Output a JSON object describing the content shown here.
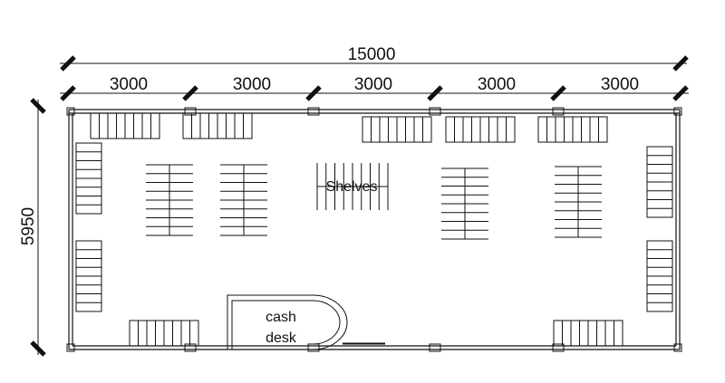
{
  "drawing": {
    "overall_width": "15000",
    "bay_widths": [
      "3000",
      "3000",
      "3000",
      "3000",
      "3000"
    ],
    "overall_depth": "5950",
    "labels": {
      "shelves": "Shelves",
      "cash_line1": "cash",
      "cash_line2": "desk"
    }
  }
}
